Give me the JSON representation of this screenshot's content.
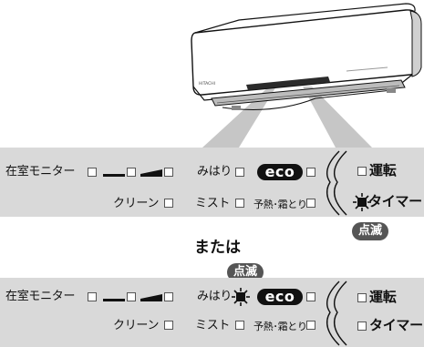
{
  "panel_labels": {
    "room_monitor": "在室モニター",
    "mihari": "みはり",
    "eco": "eco",
    "unten": "運転",
    "cleaning": "クリーン",
    "mist": "ミスト",
    "preheat_defrost": "予熱･霜とり",
    "timer": "タイマー"
  },
  "badges": {
    "blink_top": "点滅",
    "blink_bottom": "点滅"
  },
  "middle_text": "または",
  "unit_labels": {
    "brand_mark": "HITACHI"
  },
  "colors": {
    "panel_bg": "#d9d9d9",
    "badge_bg": "#555555",
    "outline": "#111111"
  }
}
